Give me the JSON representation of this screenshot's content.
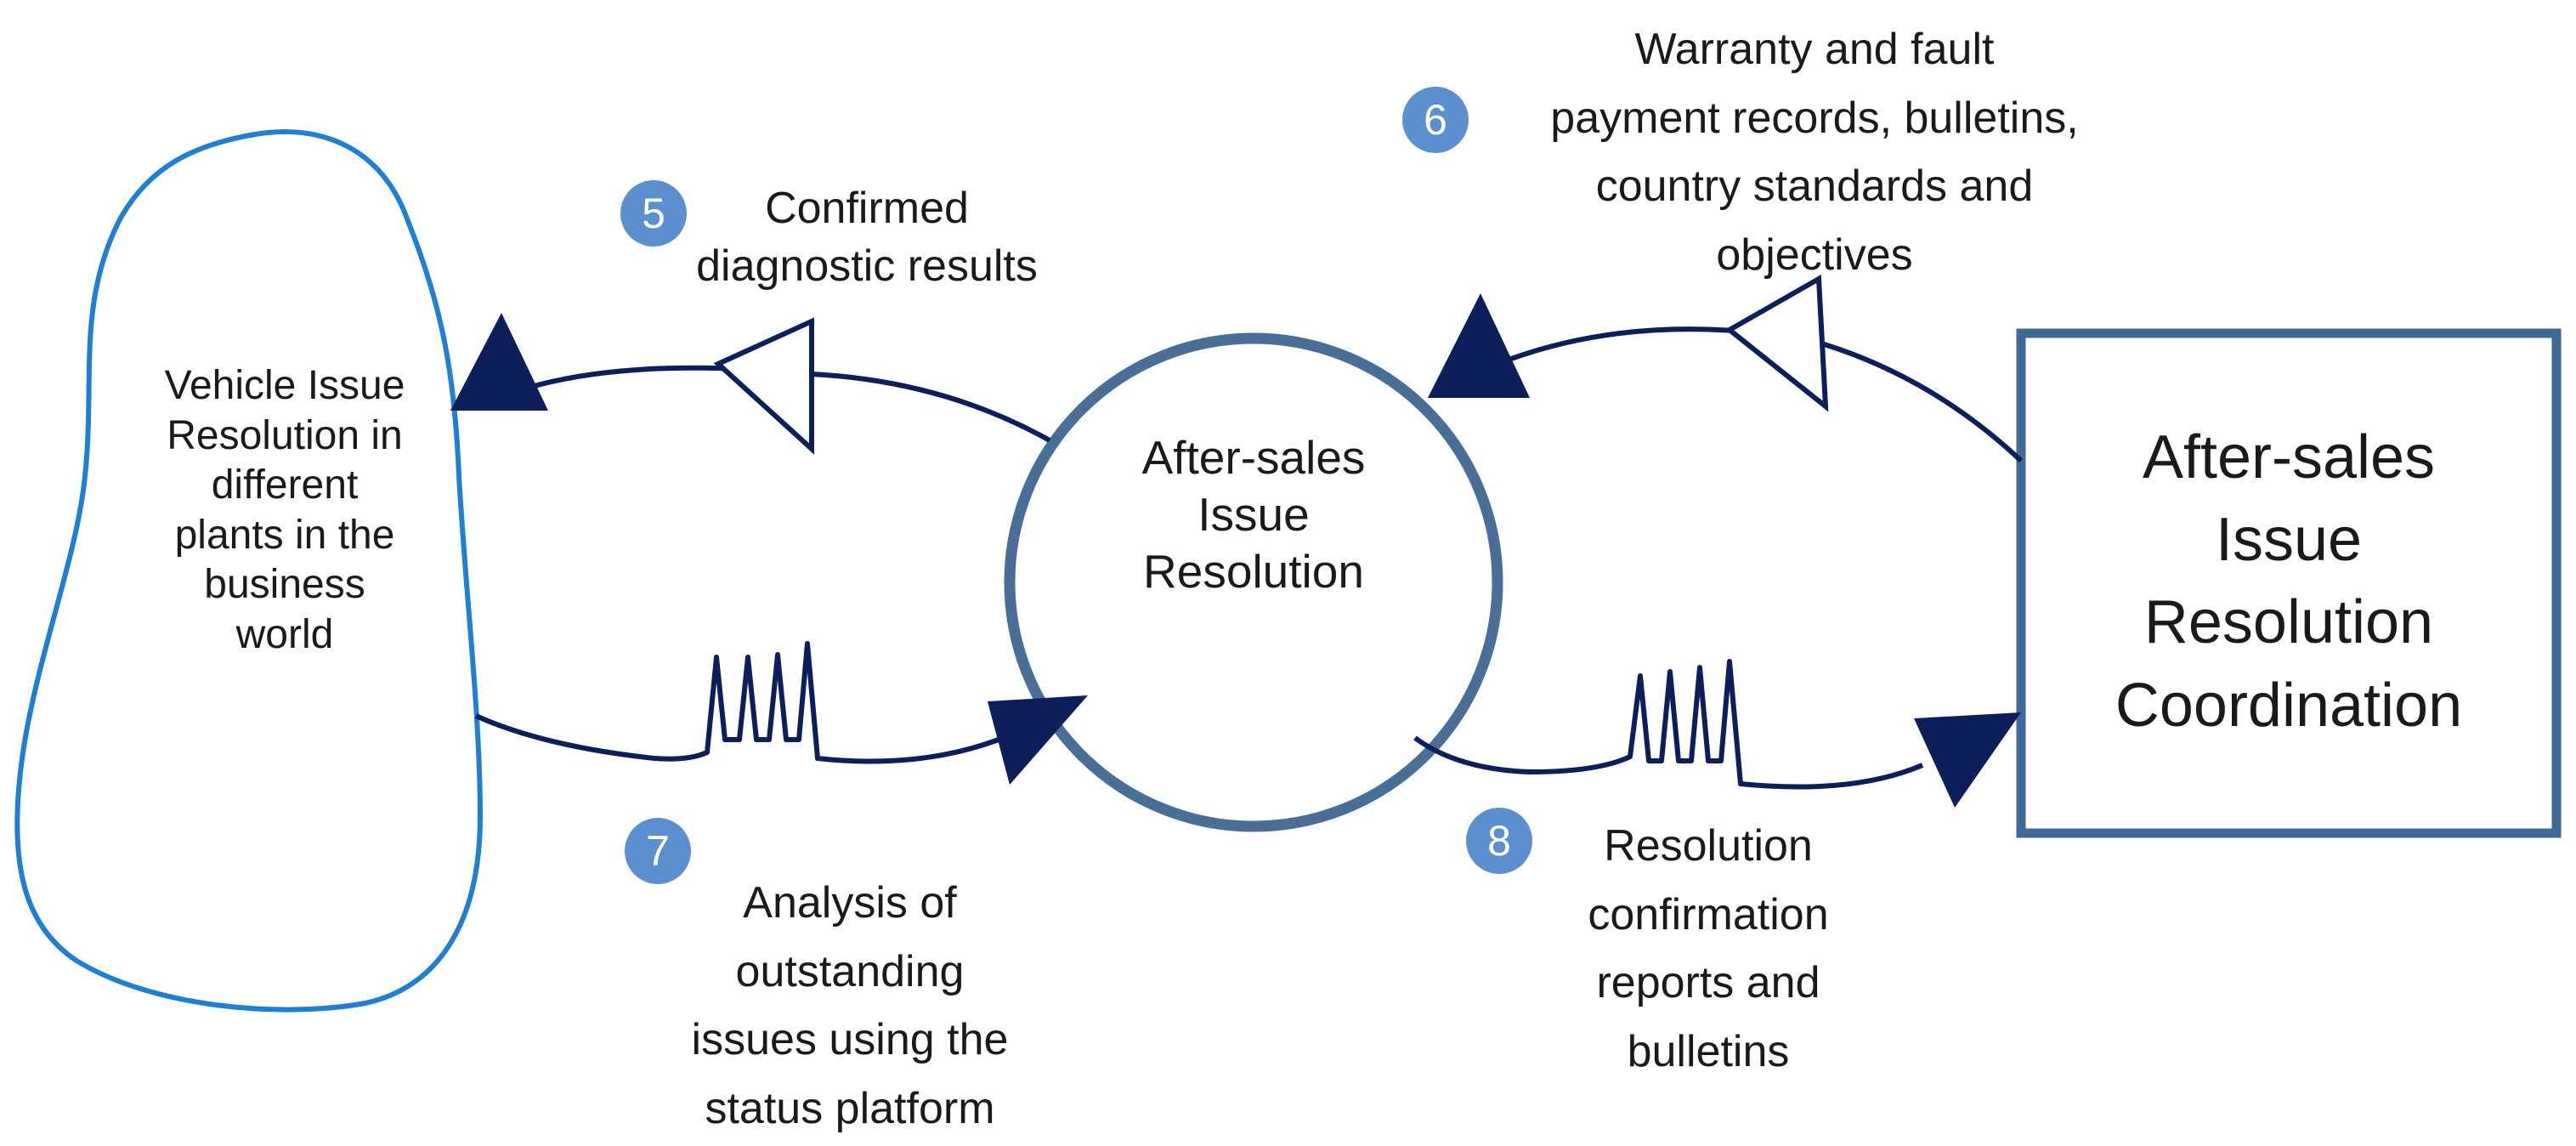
{
  "entities": {
    "vehicle_plants": [
      "Vehicle Issue",
      "Resolution in",
      "different",
      "plants in the",
      "business",
      "world"
    ],
    "process": [
      "After-sales",
      "Issue",
      "Resolution"
    ],
    "coordination": [
      "After-sales",
      "Issue",
      "Resolution",
      "Coordination"
    ]
  },
  "flows": [
    {
      "number": "5",
      "lines": [
        "Confirmed",
        "diagnostic results"
      ]
    },
    {
      "number": "6",
      "lines": [
        "Warranty and fault",
        "payment records, bulletins,",
        "country standards and",
        "objectives"
      ]
    },
    {
      "number": "7",
      "lines": [
        "Analysis of",
        "outstanding",
        "issues using the",
        "status platform"
      ]
    },
    {
      "number": "8",
      "lines": [
        "Resolution",
        "confirmation",
        "reports and",
        "bulletins"
      ]
    }
  ],
  "colors": {
    "line": "#0d1f5a",
    "circle": "#4a6f96",
    "box": "#3f6a95",
    "blob": "#1f7fd0",
    "badge": "#5b8fcf"
  }
}
